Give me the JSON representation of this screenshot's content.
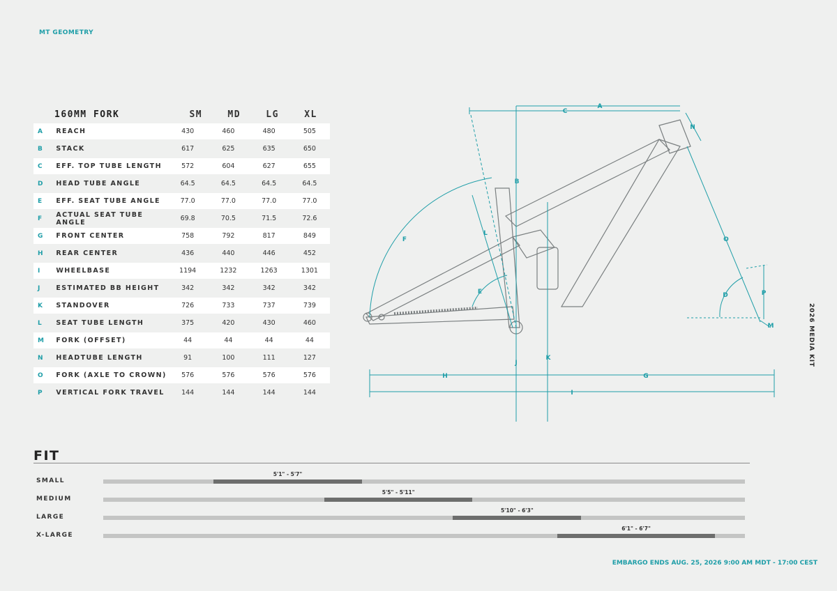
{
  "header": {
    "top_label": "MT GEOMETRY",
    "side_label": "2026 MEDIA KIT",
    "embargo": "EMBARGO ENDS AUG. 25, 2026 9:00 AM MDT - 17:00 CEST"
  },
  "geometry": {
    "title": "160MM FORK",
    "sizes": [
      "SM",
      "MD",
      "LG",
      "XL"
    ],
    "rows": [
      {
        "letter": "A",
        "name": "REACH",
        "values": [
          "430",
          "460",
          "480",
          "505"
        ]
      },
      {
        "letter": "B",
        "name": "STACK",
        "values": [
          "617",
          "625",
          "635",
          "650"
        ]
      },
      {
        "letter": "C",
        "name": "EFF. TOP TUBE LENGTH",
        "values": [
          "572",
          "604",
          "627",
          "655"
        ]
      },
      {
        "letter": "D",
        "name": "HEAD TUBE ANGLE",
        "values": [
          "64.5",
          "64.5",
          "64.5",
          "64.5"
        ]
      },
      {
        "letter": "E",
        "name": "EFF. SEAT TUBE ANGLE",
        "values": [
          "77.0",
          "77.0",
          "77.0",
          "77.0"
        ]
      },
      {
        "letter": "F",
        "name": "ACTUAL SEAT TUBE ANGLE",
        "values": [
          "69.8",
          "70.5",
          "71.5",
          "72.6"
        ]
      },
      {
        "letter": "G",
        "name": "FRONT CENTER",
        "values": [
          "758",
          "792",
          "817",
          "849"
        ]
      },
      {
        "letter": "H",
        "name": "REAR CENTER",
        "values": [
          "436",
          "440",
          "446",
          "452"
        ]
      },
      {
        "letter": "I",
        "name": "WHEELBASE",
        "values": [
          "1194",
          "1232",
          "1263",
          "1301"
        ]
      },
      {
        "letter": "J",
        "name": "ESTIMATED BB HEIGHT",
        "values": [
          "342",
          "342",
          "342",
          "342"
        ]
      },
      {
        "letter": "K",
        "name": "STANDOVER",
        "values": [
          "726",
          "733",
          "737",
          "739"
        ]
      },
      {
        "letter": "L",
        "name": "SEAT TUBE LENGTH",
        "values": [
          "375",
          "420",
          "430",
          "460"
        ]
      },
      {
        "letter": "M",
        "name": "FORK (OFFSET)",
        "values": [
          "44",
          "44",
          "44",
          "44"
        ]
      },
      {
        "letter": "N",
        "name": "HEADTUBE LENGTH",
        "values": [
          "91",
          "100",
          "111",
          "127"
        ]
      },
      {
        "letter": "O",
        "name": "FORK (AXLE TO CROWN)",
        "values": [
          "576",
          "576",
          "576",
          "576"
        ]
      },
      {
        "letter": "P",
        "name": "VERTICAL FORK TRAVEL",
        "values": [
          "144",
          "144",
          "144",
          "144"
        ]
      }
    ]
  },
  "diagram": {
    "labels": {
      "A": "A",
      "B": "B",
      "C": "C",
      "D": "D",
      "E": "E",
      "F": "F",
      "G": "G",
      "H": "H",
      "I": "I",
      "J": "J",
      "K": "K",
      "L": "L",
      "M": "M",
      "N": "N",
      "O": "O",
      "P": "P"
    }
  },
  "fit": {
    "title": "FIT",
    "rows": [
      {
        "label": "SMALL",
        "range": "5'1\" - 5'7\"",
        "start_frac": 0.172,
        "end_frac": 0.403
      },
      {
        "label": "MEDIUM",
        "range": "5'5\" - 5'11\"",
        "start_frac": 0.345,
        "end_frac": 0.575
      },
      {
        "label": "LARGE",
        "range": "5'10\" - 6'3\"",
        "start_frac": 0.545,
        "end_frac": 0.745
      },
      {
        "label": "X-LARGE",
        "range": "6'1\" - 6'7\"",
        "start_frac": 0.708,
        "end_frac": 0.953
      }
    ]
  },
  "colors": {
    "accent": "#1f9ea8",
    "frame": "#7a7f80",
    "bar_dark": "#6d6e6d",
    "bar_light": "#c4c5c4"
  }
}
